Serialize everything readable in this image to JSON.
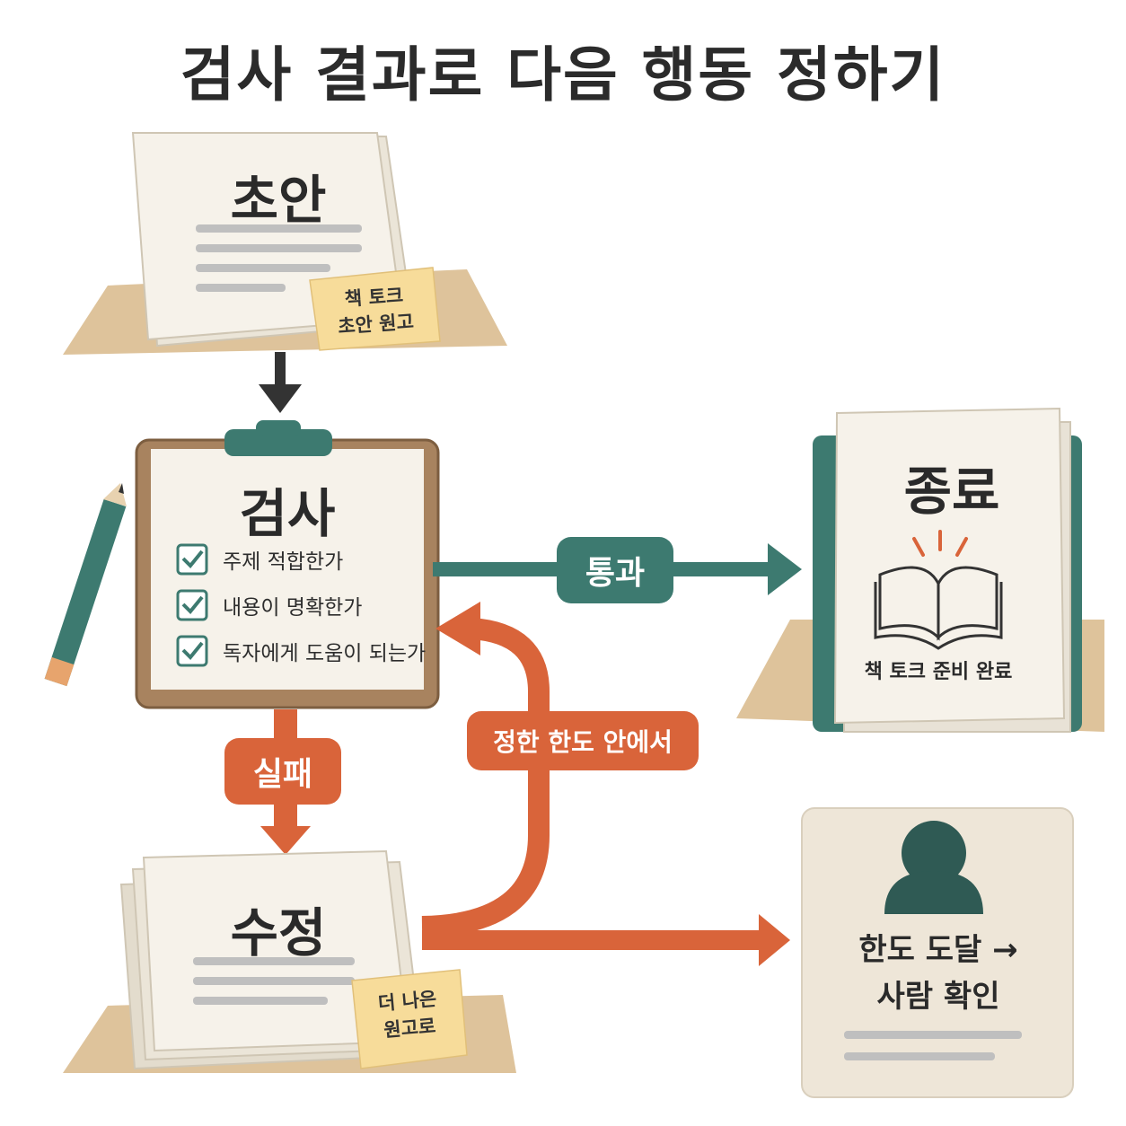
{
  "title": "검사 결과로 다음 행동 정하기",
  "draft": {
    "heading": "초안",
    "note": [
      "책 토크",
      "초안 원고"
    ]
  },
  "review": {
    "heading": "검사",
    "checks": [
      "주제 적합한가",
      "내용이 명확한가",
      "독자에게 도움이 되는가"
    ]
  },
  "edges": {
    "pass": "통과",
    "fail": "실패",
    "loop": "정한 한도 안에서"
  },
  "done": {
    "heading": "종료",
    "caption": "책 토크 준비 완료"
  },
  "revise": {
    "heading": "수정",
    "note": [
      "더 나은",
      "원고로"
    ]
  },
  "human": {
    "line1": "한도 도달 →",
    "line2": "사람 확인"
  },
  "colors": {
    "teal": "#3d7a70",
    "orange": "#d9643a",
    "paper": "#f6f2ea",
    "desk": "#d8b98a",
    "sticky": "#f7dc9a",
    "clipboard": "#a8835f"
  }
}
